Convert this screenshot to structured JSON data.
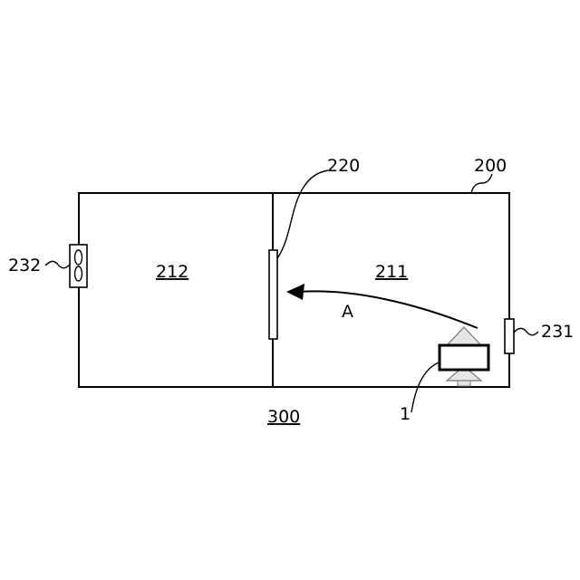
{
  "labels": {
    "outer_box": "200",
    "partition": "220",
    "left_room": "212",
    "right_room": "211",
    "left_device": "232",
    "right_device": "231",
    "device": "1",
    "flow": "A",
    "floor": "300"
  }
}
